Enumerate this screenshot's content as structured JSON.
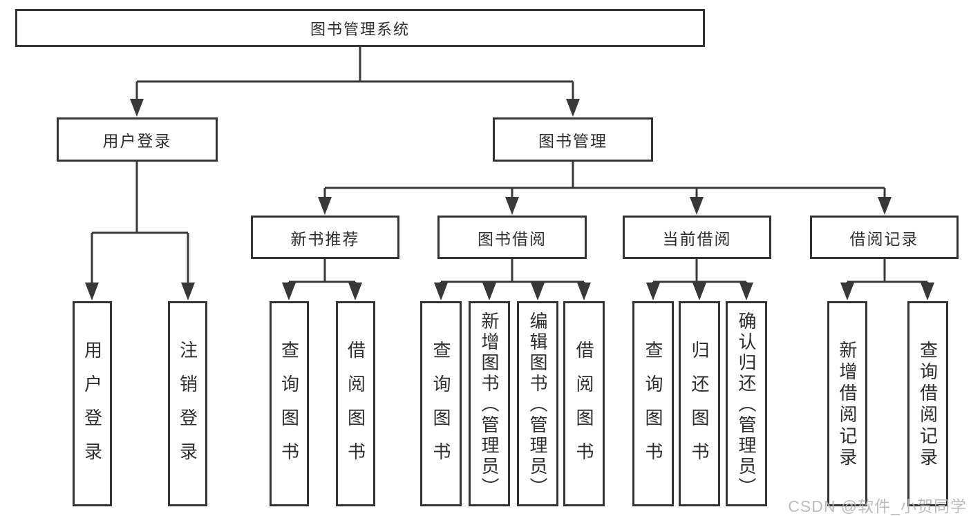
{
  "tree": {
    "label": "图书管理系统",
    "children": [
      {
        "label": "用户登录",
        "children": [
          {
            "label": "用户登录"
          },
          {
            "label": "注销登录"
          }
        ]
      },
      {
        "label": "图书管理",
        "children": [
          {
            "label": "新书推荐",
            "children": [
              {
                "label": "查询图书"
              },
              {
                "label": "借阅图书"
              }
            ]
          },
          {
            "label": "图书借阅",
            "children": [
              {
                "label": "查询图书"
              },
              {
                "label": "新增图书（管理员）"
              },
              {
                "label": "编辑图书（管理员）"
              },
              {
                "label": "借阅图书"
              }
            ]
          },
          {
            "label": "当前借阅",
            "children": [
              {
                "label": "查询图书"
              },
              {
                "label": "归还图书"
              },
              {
                "label": "确认归还（管理员）"
              }
            ]
          },
          {
            "label": "借阅记录",
            "children": [
              {
                "label": "新增借阅记录"
              },
              {
                "label": "查询借阅记录"
              }
            ]
          }
        ]
      }
    ]
  },
  "watermark": {
    "text": "CSDN @软件_小贺同学"
  },
  "colors": {
    "line": "#383838",
    "box_border": "#333333",
    "box_fill": "#ffffff",
    "text": "#2e2e2e",
    "watermark": "#b4b4b4",
    "background": "#ffffff"
  }
}
